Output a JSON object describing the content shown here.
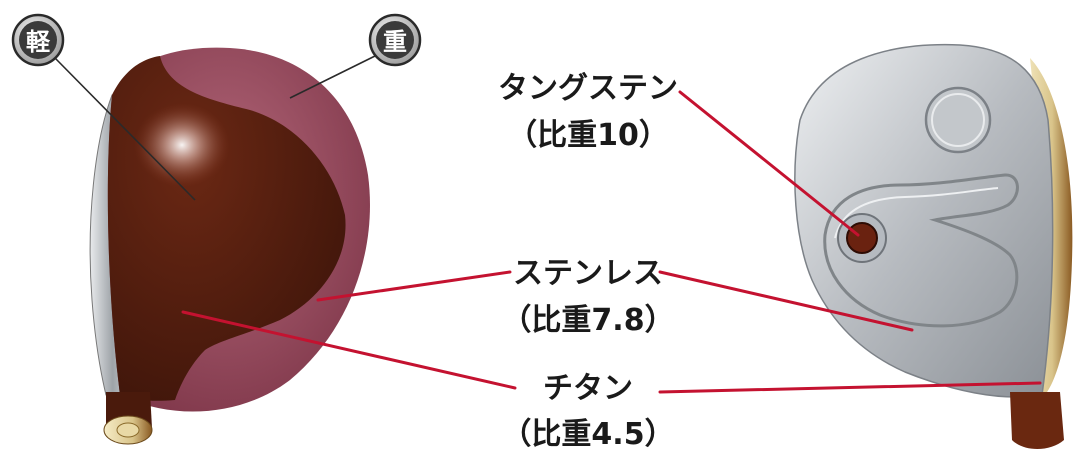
{
  "badges": {
    "light": "軽",
    "heavy": "重"
  },
  "labels": {
    "tungsten_name": "タングステン",
    "tungsten_gravity": "（比重10）",
    "stainless_name": "ステンレス",
    "stainless_gravity": "（比重7.8）",
    "titanium_name": "チタン",
    "titanium_gravity": "（比重4.5）"
  },
  "colors": {
    "leader_line": "#c41230",
    "titanium_body": "#5a1f10",
    "stainless_rim": "#9c4f62",
    "steel": "#c9ccd0",
    "hosel_tip": "#d8c89a"
  }
}
